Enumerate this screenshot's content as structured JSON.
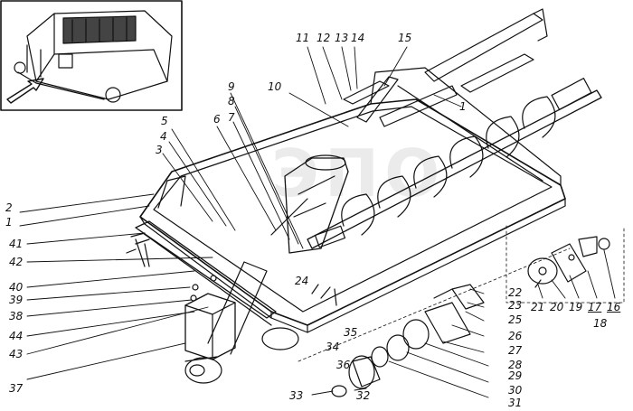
{
  "diagram": {
    "watermark": "ЭПО",
    "inset_label": "",
    "callouts": [
      {
        "id": "1a",
        "text": "1"
      },
      {
        "id": "1b",
        "text": "1"
      },
      {
        "id": "2",
        "text": "2"
      },
      {
        "id": "3",
        "text": "3"
      },
      {
        "id": "4",
        "text": "4"
      },
      {
        "id": "5",
        "text": "5"
      },
      {
        "id": "6",
        "text": "6"
      },
      {
        "id": "7",
        "text": "7"
      },
      {
        "id": "8",
        "text": "8"
      },
      {
        "id": "9",
        "text": "9"
      },
      {
        "id": "10",
        "text": "10"
      },
      {
        "id": "11",
        "text": "11"
      },
      {
        "id": "12",
        "text": "12"
      },
      {
        "id": "13",
        "text": "13"
      },
      {
        "id": "14",
        "text": "14"
      },
      {
        "id": "15",
        "text": "15"
      },
      {
        "id": "16",
        "text": "16"
      },
      {
        "id": "17",
        "text": "17"
      },
      {
        "id": "18",
        "text": "18"
      },
      {
        "id": "19",
        "text": "19"
      },
      {
        "id": "20",
        "text": "20"
      },
      {
        "id": "21",
        "text": "21"
      },
      {
        "id": "22",
        "text": "22"
      },
      {
        "id": "23",
        "text": "23"
      },
      {
        "id": "24",
        "text": "24"
      },
      {
        "id": "25",
        "text": "25"
      },
      {
        "id": "26",
        "text": "26"
      },
      {
        "id": "27",
        "text": "27"
      },
      {
        "id": "28",
        "text": "28"
      },
      {
        "id": "29",
        "text": "29"
      },
      {
        "id": "30",
        "text": "30"
      },
      {
        "id": "31",
        "text": "31"
      },
      {
        "id": "32",
        "text": "32"
      },
      {
        "id": "33",
        "text": "33"
      },
      {
        "id": "34",
        "text": "34"
      },
      {
        "id": "35",
        "text": "35"
      },
      {
        "id": "36",
        "text": "36"
      },
      {
        "id": "37",
        "text": "37"
      },
      {
        "id": "38",
        "text": "38"
      },
      {
        "id": "39",
        "text": "39"
      },
      {
        "id": "40",
        "text": "40"
      },
      {
        "id": "41",
        "text": "41"
      },
      {
        "id": "42",
        "text": "42"
      },
      {
        "id": "43",
        "text": "43"
      },
      {
        "id": "44",
        "text": "44"
      }
    ]
  }
}
